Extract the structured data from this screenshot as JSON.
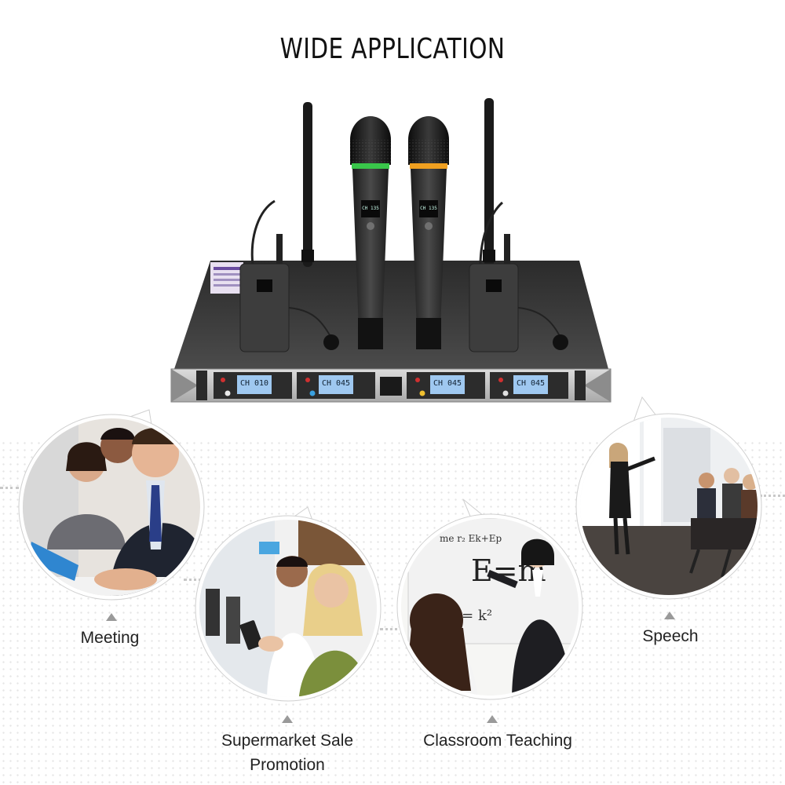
{
  "header": {
    "title": "WIDE APPLICATION"
  },
  "receiver": {
    "channel_displays": [
      "CH 010",
      "CH 045",
      "CH 045",
      "CH 045"
    ],
    "mic_display": "CH 135"
  },
  "applications": [
    {
      "label": "Meeting"
    },
    {
      "label_lines": [
        "Supermarket Sale",
        "Promotion"
      ]
    },
    {
      "label": "Classroom Teaching"
    },
    {
      "label": "Speech"
    }
  ],
  "colors": {
    "title": "#111111",
    "label": "#222222",
    "lcd": "#9fc8f0",
    "ring_green": "#39c64a",
    "ring_orange": "#f0a020"
  }
}
